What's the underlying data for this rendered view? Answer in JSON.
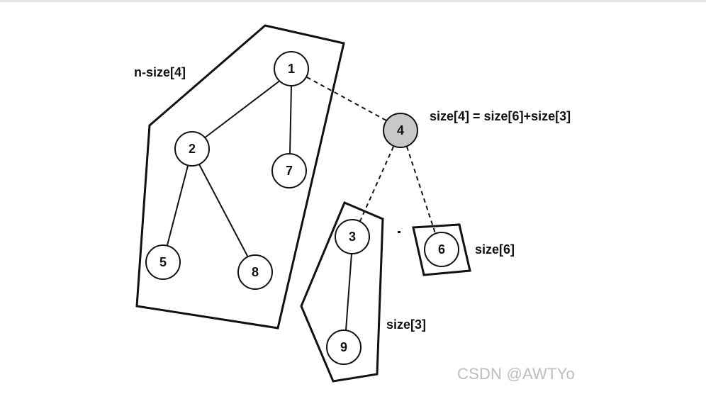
{
  "nodes": {
    "n1": "1",
    "n2": "2",
    "n3": "3",
    "n4": "4",
    "n5": "5",
    "n6": "6",
    "n7": "7",
    "n8": "8",
    "n9": "9"
  },
  "labels": {
    "n_size_4": "n-size[4]",
    "size_formula": "size[4] = size[6]+size[3]",
    "size_6": "size[6]",
    "size_3": "size[3]"
  },
  "colors": {
    "highlight_node": "#c8c8c8",
    "stroke": "#111111"
  },
  "watermark": "CSDN @AWTYo"
}
